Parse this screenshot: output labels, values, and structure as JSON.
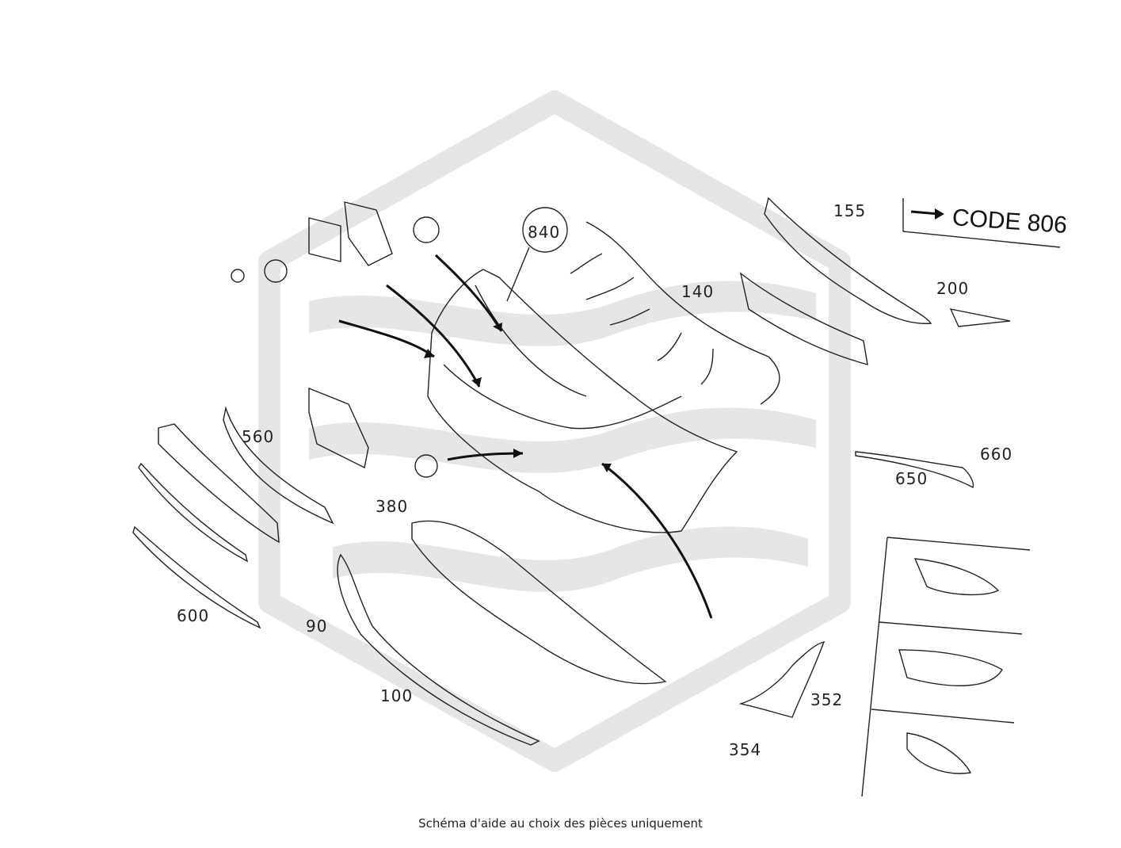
{
  "diagram": {
    "callouts": {
      "c155": "155",
      "c200": "200",
      "c840": "840",
      "c140": "140",
      "c560": "560",
      "c380": "380",
      "c650": "650",
      "c660": "660",
      "c600": "600",
      "c90": "90",
      "c100": "100",
      "c352": "352",
      "c354": "354"
    },
    "code_label": "CODE 806",
    "caption": "Schéma d'aide au choix des pièces uniquement",
    "watermark_color": "#e6e6e6",
    "line_color": "#222222"
  }
}
